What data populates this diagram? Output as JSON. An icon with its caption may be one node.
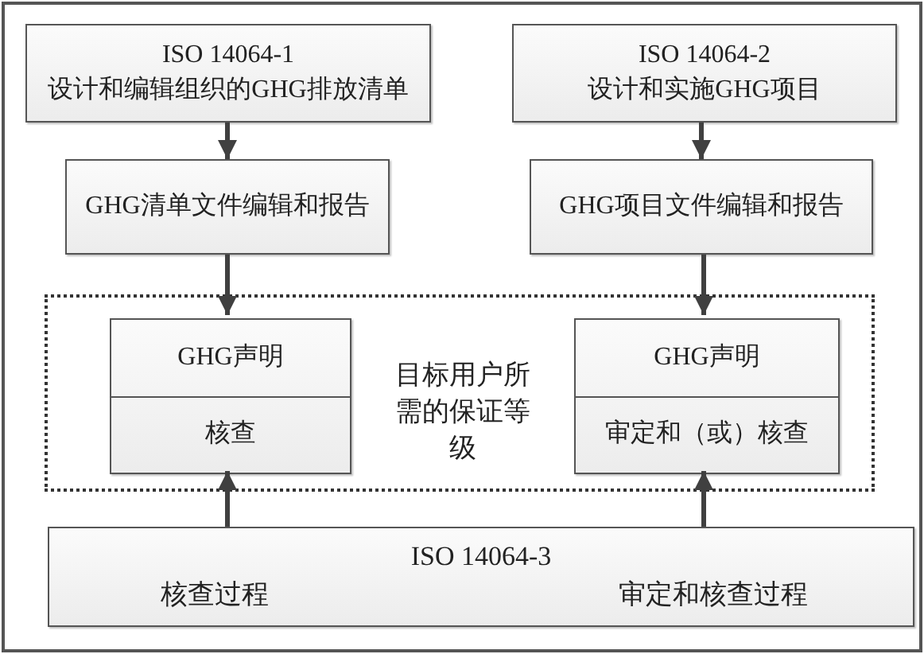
{
  "diagram": {
    "nodes": [
      {
        "text": [
          "ISO 14064-1",
          "设计和编辑组织的GHG排放清单"
        ]
      },
      {
        "text": [
          "ISO 14064-2",
          "设计和实施GHG项目"
        ]
      },
      {
        "text": [
          "GHG清单文件编辑和报告"
        ]
      },
      {
        "text": [
          "GHG项目文件编辑和报告"
        ]
      },
      {
        "text": [
          "目标用户所需的保证等级"
        ]
      },
      {
        "text": [
          "GHG声明",
          "核查"
        ],
        "in": 4
      },
      {
        "text": [
          "GHG声明",
          "审定和（或）核查"
        ],
        "in": 4
      },
      {
        "text": [
          "ISO 14064-3",
          "核查过程",
          "审定和核查过程"
        ]
      }
    ],
    "edges": [
      {
        "from": 0,
        "to": 2,
        "arrow": "to"
      },
      {
        "from": 1,
        "to": 3,
        "arrow": "to"
      },
      {
        "from": 2,
        "to": 5,
        "arrow": "to"
      },
      {
        "from": 3,
        "to": 6,
        "arrow": "to"
      },
      {
        "from": 7,
        "to": 5,
        "arrow": "to"
      },
      {
        "from": 7,
        "to": 6,
        "arrow": "to"
      }
    ]
  }
}
